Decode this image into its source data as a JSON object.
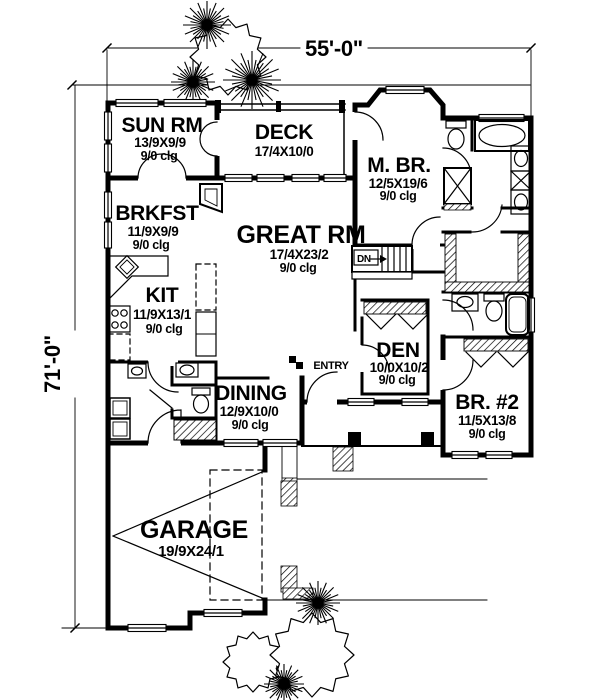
{
  "plan": {
    "width_dim": "55'-0\"",
    "height_dim": "71'-0\"",
    "colors": {
      "ink": "#000000",
      "paper": "#ffffff"
    }
  },
  "rooms": [
    {
      "name": "SUN RM",
      "size": "13/9X9/9",
      "ceiling": "9/0 clg"
    },
    {
      "name": "DECK",
      "size": "17/4X10/0"
    },
    {
      "name": "M. BR.",
      "size": "12/5X19/6",
      "ceiling": "9/0 clg"
    },
    {
      "name": "BRKFST",
      "size": "11/9X9/9",
      "ceiling": "9/0 clg"
    },
    {
      "name": "GREAT RM",
      "size": "17/4X23/2",
      "ceiling": "9/0 clg"
    },
    {
      "name": "KIT",
      "size": "11/9X13/1",
      "ceiling": "9/0 clg"
    },
    {
      "name": "DEN",
      "size": "10/0X10/2",
      "ceiling": "9/0 clg"
    },
    {
      "name": "DINING",
      "size": "12/9X10/0",
      "ceiling": "9/0 clg"
    },
    {
      "name": "BR. #2",
      "size": "11/5X13/8",
      "ceiling": "9/0 clg"
    },
    {
      "name": "GARAGE",
      "size": "19/9X24/1"
    }
  ],
  "annotations": {
    "entry": "ENTRY",
    "stairs": "DN"
  }
}
